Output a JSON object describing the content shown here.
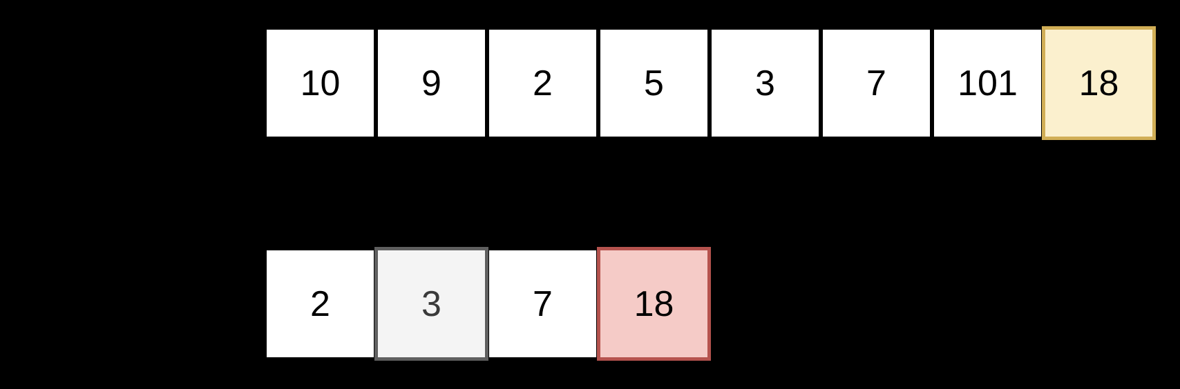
{
  "colors": {
    "canvas_bg": "#000000",
    "cell_bg": "#ffffff",
    "cell_text": "#000000",
    "highlight_yellow_bg": "#fbf0ce",
    "highlight_yellow_border": "#d1ae56",
    "highlight_gray_bg": "#f4f4f4",
    "highlight_gray_border": "#5f5f5f",
    "highlight_gray_text": "#3a3a3a",
    "highlight_red_bg": "#f5cbc7",
    "highlight_red_border": "#b5534e"
  },
  "top_array": {
    "cells": [
      {
        "value": "10",
        "highlight": "none"
      },
      {
        "value": "9",
        "highlight": "none"
      },
      {
        "value": "2",
        "highlight": "none"
      },
      {
        "value": "5",
        "highlight": "none"
      },
      {
        "value": "3",
        "highlight": "none"
      },
      {
        "value": "7",
        "highlight": "none"
      },
      {
        "value": "101",
        "highlight": "none"
      },
      {
        "value": "18",
        "highlight": "yellow"
      }
    ]
  },
  "bottom_array": {
    "cells": [
      {
        "value": "2",
        "highlight": "none"
      },
      {
        "value": "3",
        "highlight": "gray"
      },
      {
        "value": "7",
        "highlight": "none"
      },
      {
        "value": "18",
        "highlight": "red"
      }
    ]
  }
}
